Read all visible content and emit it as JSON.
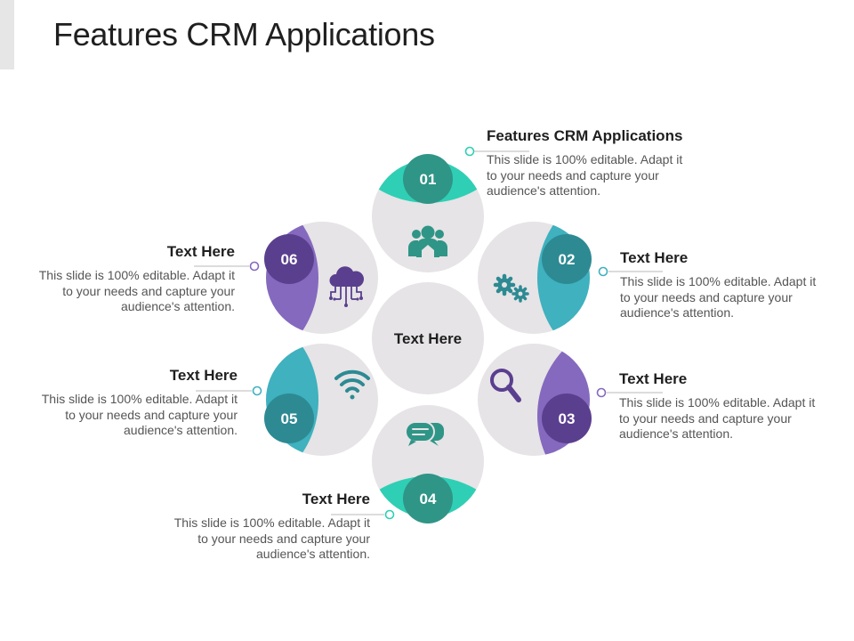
{
  "title": "Features CRM Applications",
  "center_label": "Text Here",
  "colors": {
    "teal_light": "#2fcfb5",
    "teal_dark": "#2f9587",
    "cyan": "#3fb1bf",
    "cyan_dark": "#2d8a93",
    "purple": "#8569bf",
    "purple_dark": "#5b3f8f",
    "circle_gray": "#e6e4e6"
  },
  "steps": [
    {
      "number": "01",
      "heading": "Features CRM Applications",
      "text": "This slide is 100% editable. Adapt it to your needs and capture your audience's attention.",
      "icon": "users-icon"
    },
    {
      "number": "02",
      "heading": "Text Here",
      "text": "This slide is 100% editable. Adapt it to your needs and capture your audience's attention.",
      "icon": "gears-icon"
    },
    {
      "number": "03",
      "heading": "Text Here",
      "text": "This slide is 100% editable. Adapt it to your needs and capture your audience's attention.",
      "icon": "magnifier-icon"
    },
    {
      "number": "04",
      "heading": "Text Here",
      "text": "This slide is 100% editable. Adapt it to your needs and capture your audience's attention.",
      "icon": "chat-bubbles-icon"
    },
    {
      "number": "05",
      "heading": "Text Here",
      "text": "This slide is 100% editable. Adapt it to your needs and capture your audience's attention.",
      "icon": "wifi-icon"
    },
    {
      "number": "06",
      "heading": "Text Here",
      "text": "This slide is 100% editable. Adapt it to your needs and capture your audience's attention.",
      "icon": "cloud-network-icon"
    }
  ]
}
